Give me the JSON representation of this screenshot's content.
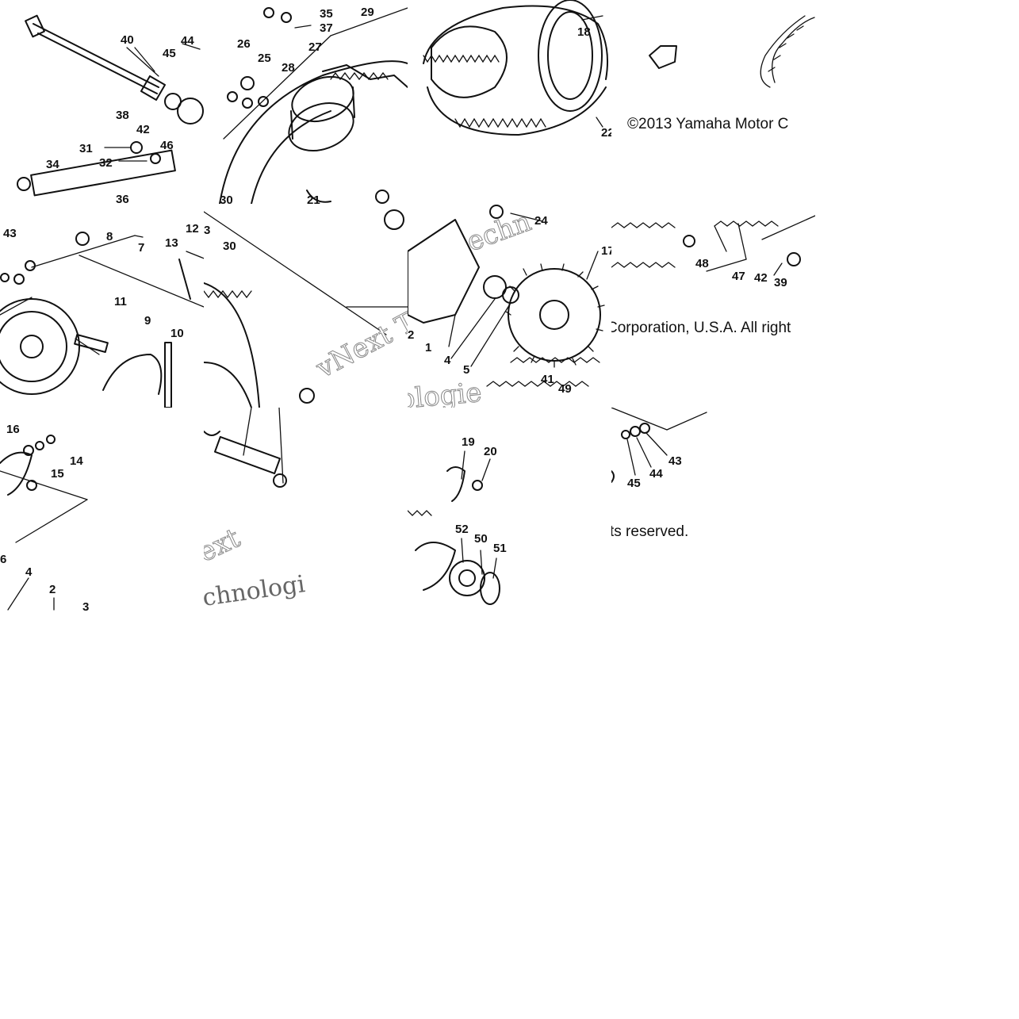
{
  "diagram": {
    "copyright_tile_b": "©2013 Yamaha Motor C",
    "copyright_tile_h": "Corporation, U.S.A. All right",
    "copyright_tile_l": "ts reserved.",
    "watermark_1": "echn",
    "watermark_2": "vNext Te",
    "watermark_3": "ologie",
    "watermark_4": "ext",
    "watermark_5": "chnologi"
  },
  "callouts": {
    "t_a": [
      "40",
      "44",
      "45",
      "38",
      "42",
      "46",
      "31",
      "32",
      "34",
      "36"
    ],
    "t_b": [
      "26",
      "25",
      "27",
      "28",
      "21",
      "30"
    ],
    "t_c": [
      "29",
      "35",
      "37"
    ],
    "t_d": [
      "18",
      "22"
    ],
    "t_f": [
      "43",
      "8",
      "7",
      "13",
      "12",
      "11",
      "9",
      "10"
    ],
    "t_g": [
      "3",
      "30"
    ],
    "t_h": [
      "24",
      "17",
      "2",
      "1",
      "4",
      "5",
      "41",
      "49"
    ],
    "t_i": [
      "48",
      "47",
      "42",
      "39"
    ],
    "t_k": [
      "16",
      "15",
      "14",
      "6",
      "4",
      "2",
      "3"
    ],
    "t_m": [
      "19",
      "20",
      "52",
      "50",
      "51"
    ],
    "t_n": [
      "45",
      "44",
      "43"
    ]
  }
}
